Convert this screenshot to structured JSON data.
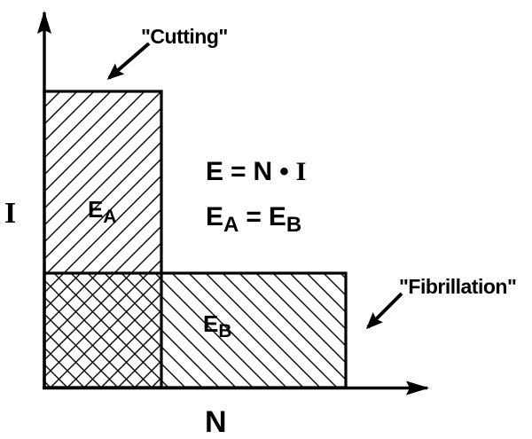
{
  "figure": {
    "background": "#ffffff",
    "ink": "#000000",
    "axes": {
      "y_label": "I",
      "x_label": "N"
    },
    "annotations": {
      "cutting_label": "\"Cutting\"",
      "fibrillation_label": "\"Fibrillation\""
    },
    "equations": {
      "energy": {
        "lhs": "E",
        "equals": "=",
        "factor1": "N",
        "dot": "•",
        "factor2": "I"
      },
      "equality": {
        "lhs_base": "E",
        "lhs_sub": "A",
        "equals": "=",
        "rhs_base": "E",
        "rhs_sub": "B"
      }
    },
    "regions": {
      "cutting_region": {
        "label_base": "E",
        "label_sub": "A",
        "hatch": "diagonal-up-lines"
      },
      "fibrillation_region": {
        "label_base": "E",
        "label_sub": "B",
        "hatch": "diagonal-down-lines"
      },
      "overlap_region": {
        "hatch": "cross-hatch"
      }
    }
  }
}
